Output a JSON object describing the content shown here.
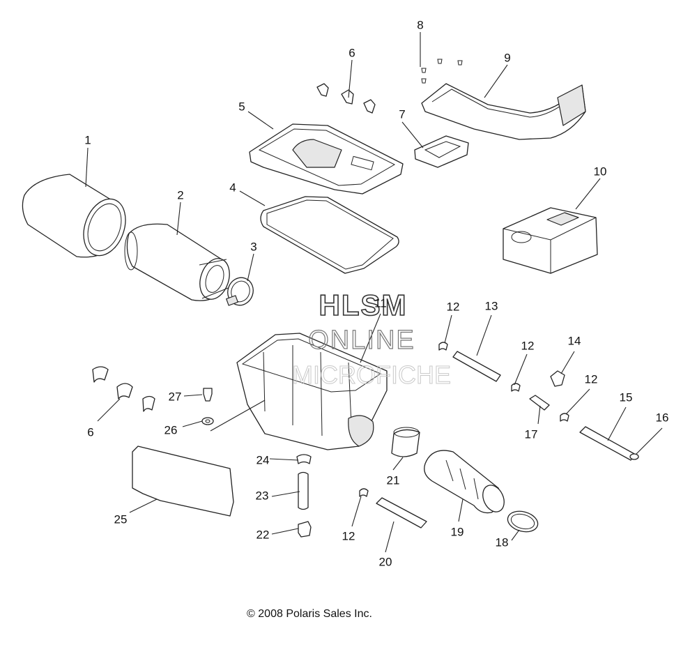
{
  "callouts": [
    "1",
    "2",
    "3",
    "4",
    "5",
    "6",
    "7",
    "8",
    "9",
    "10",
    "11",
    "12",
    "13",
    "14",
    "15",
    "16",
    "17",
    "18",
    "19",
    "20",
    "21",
    "22",
    "23",
    "24",
    "25",
    "26",
    "27"
  ],
  "watermark": {
    "line1": "HLSM",
    "line2": "ONLINE",
    "line3": "MICROFICHE"
  },
  "copyright": "© 2008 Polaris Sales Inc."
}
